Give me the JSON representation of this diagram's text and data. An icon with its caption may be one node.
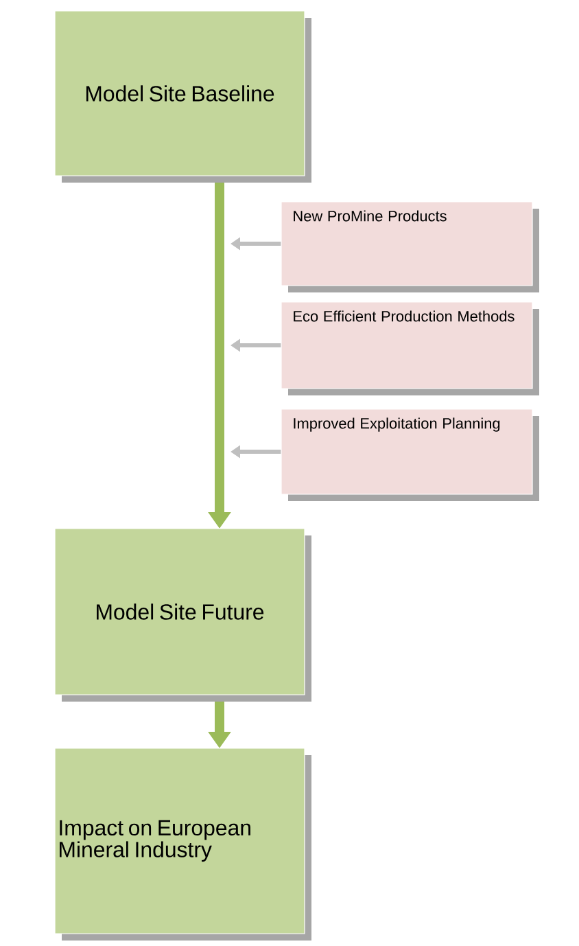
{
  "diagram": {
    "nodes": [
      {
        "text": [
          "Model Site Baseline"
        ]
      },
      {
        "text": [
          "New ProMine Products"
        ]
      },
      {
        "text": [
          "Eco Efficient Production Methods"
        ]
      },
      {
        "text": [
          "Improved Exploitation Planning"
        ]
      },
      {
        "text": [
          "Model Site Future"
        ]
      },
      {
        "text": [
          "Impact on European Mineral Industry"
        ]
      }
    ],
    "edges": [
      {
        "from": 0,
        "to": 4,
        "arrow": "to",
        "style": "thick",
        "color": "#9bbb59"
      },
      {
        "from": 1,
        "to": null,
        "arrow": "to",
        "color": "#bfbfbf"
      },
      {
        "from": 2,
        "to": null,
        "arrow": "to",
        "color": "#bfbfbf"
      },
      {
        "from": 3,
        "to": null,
        "arrow": "to",
        "color": "#bfbfbf"
      },
      {
        "from": 4,
        "to": 5,
        "arrow": "to",
        "style": "thick",
        "color": "#9bbb59"
      }
    ]
  }
}
